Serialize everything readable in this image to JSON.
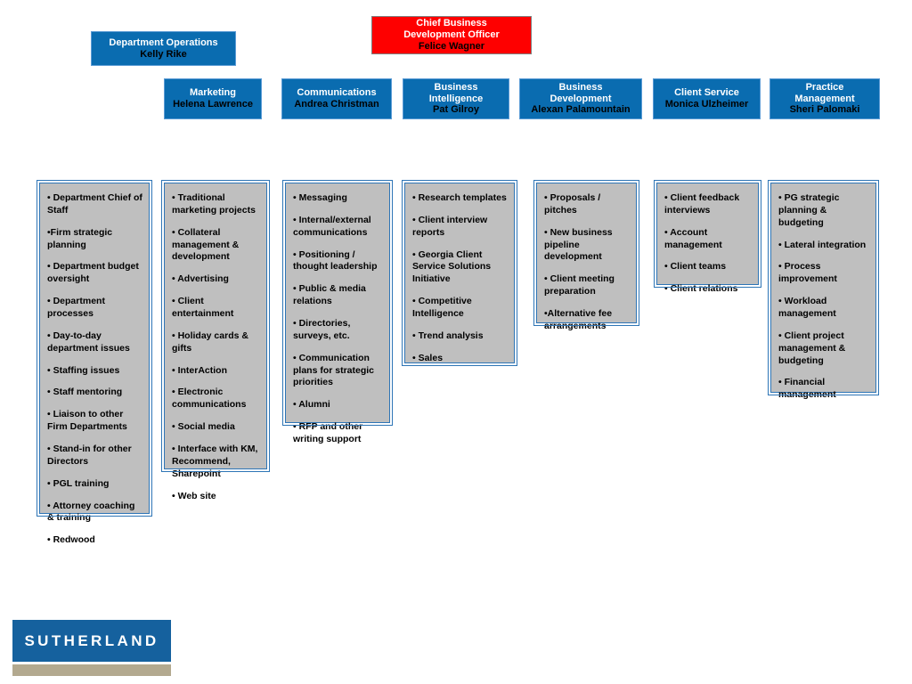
{
  "slide": {
    "header_boxes": [
      {
        "id": "department-operations",
        "title": "Department Operations",
        "name": "Kelly Rike",
        "color": "#0a6cb0",
        "style": "blue"
      },
      {
        "id": "chief-business-development-officer",
        "title": "Chief Business\nDevelopment Officer",
        "title_line1": "Chief Business",
        "title_line2": "Development Officer",
        "name": "Felice Wagner",
        "color": "#fe0000",
        "style": "red"
      },
      {
        "id": "marketing",
        "title": "Marketing",
        "name": "Helena Lawrence",
        "color": "#0a6cb0",
        "style": "blue"
      },
      {
        "id": "communications",
        "title": "Communications",
        "name": "Andrea Christman",
        "color": "#0a6cb0",
        "style": "blue"
      },
      {
        "id": "business-intelligence",
        "title_line1": "Business",
        "title_line2": "Intelligence",
        "name": "Pat Gilroy",
        "color": "#0a6cb0",
        "style": "blue"
      },
      {
        "id": "business-development",
        "title_line1": "Business",
        "title_line2": "Development",
        "name": "Alexan Palamountain",
        "color": "#0a6cb0",
        "style": "blue"
      },
      {
        "id": "client-service",
        "title": "Client Service",
        "name": "Monica Ulzheimer",
        "color": "#0a6cb0",
        "style": "blue"
      },
      {
        "id": "practice-management",
        "title_line1": "Practice",
        "title_line2": "Management",
        "name": "Sheri Palomaki",
        "color": "#0a6cb0",
        "style": "blue"
      }
    ],
    "columns": [
      {
        "id": "department-operations-duties",
        "items": [
          "• Department Chief of Staff",
          "•Firm strategic planning",
          "• Department budget oversight",
          "• Department processes",
          "• Day-to-day department issues",
          "• Staffing issues",
          "• Staff mentoring",
          "• Liaison to other Firm Departments",
          "•  Stand-in for other Directors",
          "• PGL training",
          "• Attorney coaching & training",
          "• Redwood"
        ]
      },
      {
        "id": "marketing-duties",
        "items": [
          "• Traditional marketing projects",
          "• Collateral management & development",
          "• Advertising",
          "• Client entertainment",
          "• Holiday cards & gifts",
          "• InterAction",
          "• Electronic communications",
          "• Social media",
          "• Interface with KM, Recommend, Sharepoint",
          "• Web site"
        ]
      },
      {
        "id": "communications-duties",
        "items": [
          "• Messaging",
          "• Internal/external communications",
          "• Positioning / thought leadership",
          "• Public & media relations",
          "• Directories, surveys, etc.",
          "• Communication plans for strategic priorities",
          "• Alumni",
          "• RFP and other writing support"
        ]
      },
      {
        "id": "business-intelligence-duties",
        "items": [
          "• Research templates",
          "• Client interview reports",
          "• Georgia Client Service Solutions Initiative",
          "• Competitive Intelligence",
          "• Trend analysis",
          "• Sales"
        ]
      },
      {
        "id": "business-development-duties",
        "items": [
          "• Proposals / pitches",
          "• New business pipeline development",
          "• Client meeting preparation",
          "•Alternative fee arrangements"
        ]
      },
      {
        "id": "client-service-duties",
        "items": [
          "• Client feedback interviews",
          "• Account management",
          "• Client teams",
          "• Client relations"
        ]
      },
      {
        "id": "practice-management-duties",
        "items": [
          "• PG strategic planning & budgeting",
          "• Lateral integration",
          "• Process improvement",
          "• Workload management",
          "• Client project management & budgeting",
          "• Financial management"
        ]
      }
    ],
    "logo": {
      "text": "SUTHERLAND",
      "block_color": "#15619e",
      "bar_color": "#b3a98f"
    }
  }
}
